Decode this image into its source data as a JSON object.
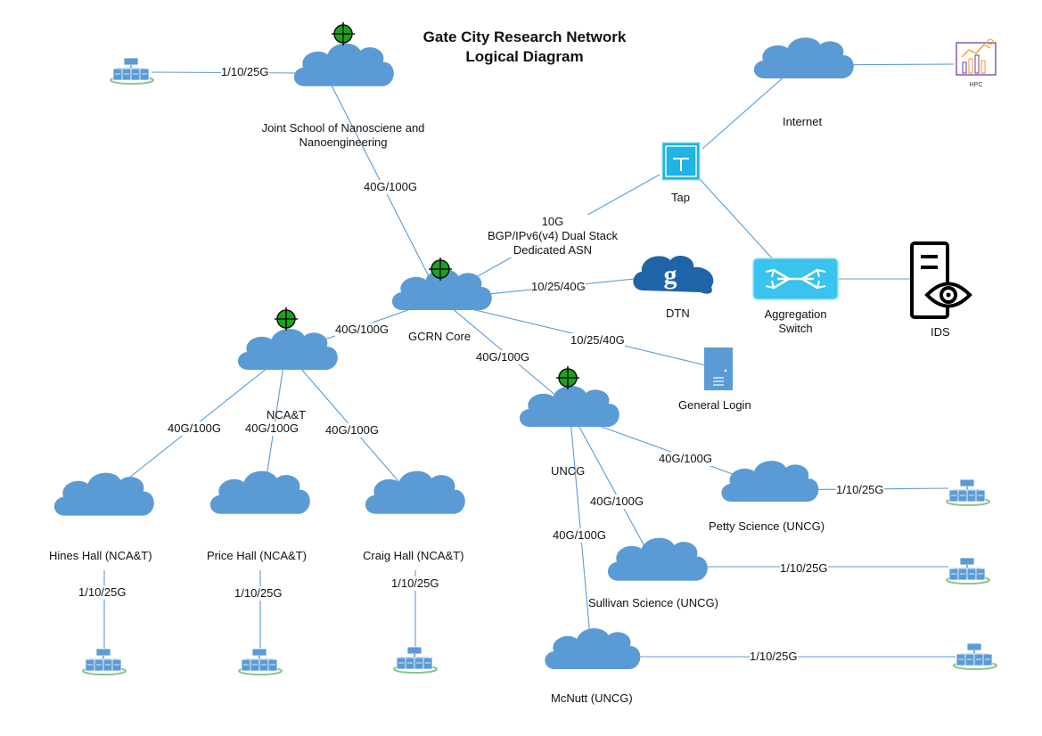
{
  "title": {
    "line1": "Gate City Research Network",
    "line2": "Logical Diagram"
  },
  "nodes": {
    "jsnn": "Joint School of Nanosciene and Nanoengineering",
    "internet": "Internet",
    "hpc": "HPC",
    "tap": "Tap",
    "dtn": "DTN",
    "aggregation_switch": "Aggregation Switch",
    "ids": "IDS",
    "gcrn_core": "GCRN Core",
    "general_login": "General Login",
    "ncat": "NCA&T",
    "uncg": "UNCG",
    "hines_hall": "Hines Hall (NCA&T)",
    "price_hall": "Price Hall (NCA&T)",
    "craig_hall": "Craig Hall (NCA&T)",
    "petty_science": "Petty Science (UNCG)",
    "sullivan_science": "Sullivan Science (UNCG)",
    "mcnutt": "McNutt (UNCG)"
  },
  "links": {
    "jsnn_servers": "1/10/25G",
    "jsnn_core": "40G/100G",
    "core_tap_line1": "10G",
    "core_tap_line2": "BGP/IPv6(v4) Dual Stack",
    "core_tap_line3": "Dedicated ASN",
    "core_dtn": "10/25/40G",
    "core_login": "10/25/40G",
    "core_ncat": "40G/100G",
    "core_uncg": "40G/100G",
    "ncat_hines": "40G/100G",
    "ncat_price": "40G/100G",
    "ncat_craig": "40G/100G",
    "hines_servers": "1/10/25G",
    "price_servers": "1/10/25G",
    "craig_servers": "1/10/25G",
    "uncg_petty": "40G/100G",
    "uncg_sullivan": "40G/100G",
    "uncg_mcnutt": "40G/100G",
    "petty_servers": "1/10/25G",
    "sullivan_servers": "1/10/25G",
    "mcnutt_servers": "1/10/25G"
  },
  "colors": {
    "cloud": "#5b9bd5",
    "line": "#5b9bd5",
    "tap_fill": "#1fb3e6",
    "switch_fill": "#39c3ee",
    "router_fill": "#1aa31a",
    "ground": "#8cc68c",
    "server_fill": "#5b9bd5",
    "login_fill": "#5b9bd5",
    "ids_stroke": "#000000",
    "hpc_accent": "#f0a030",
    "hpc_purple": "#7a4fa8"
  },
  "icons": {
    "router": "crosshair-router-icon",
    "cloud": "cloud-icon",
    "server_cluster": "server-cluster-icon",
    "tap": "tap-icon",
    "switch": "switch-icon",
    "ids": "ids-eye-icon",
    "dtn": "globus-cloud-icon",
    "login": "server-tower-icon",
    "hpc": "hpc-chart-icon"
  }
}
